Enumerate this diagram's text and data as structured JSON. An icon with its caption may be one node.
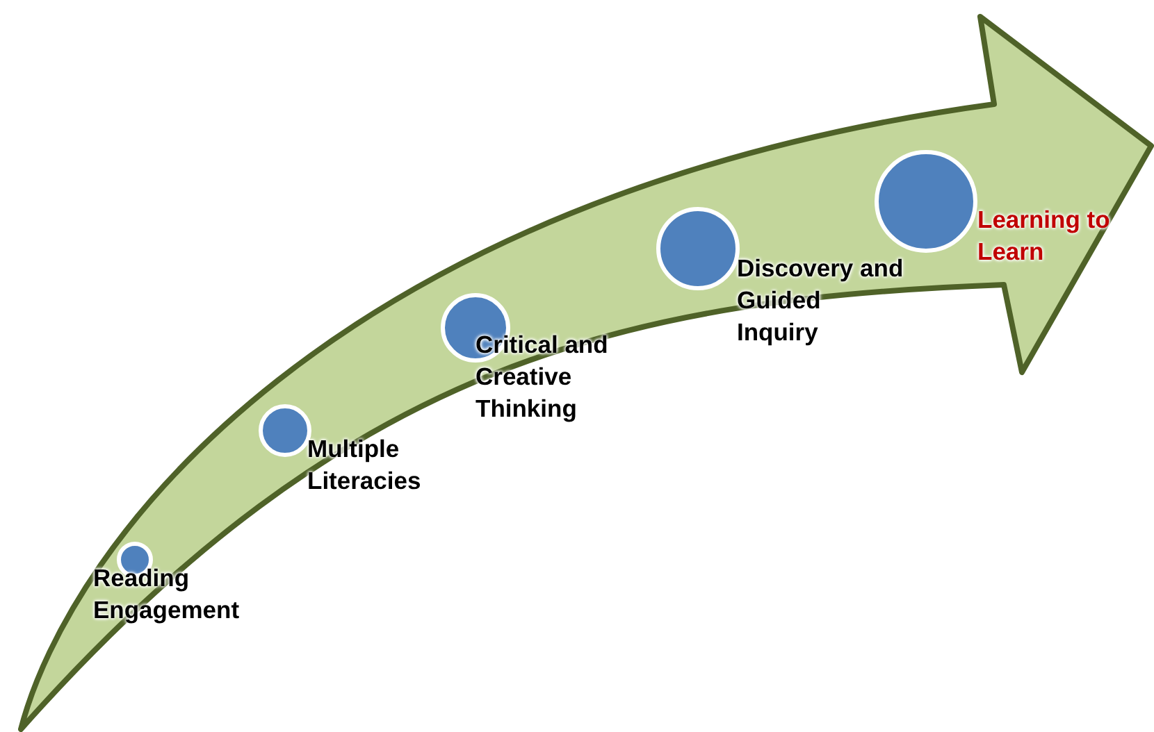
{
  "diagram": {
    "nodes": [
      {
        "text": [],
        "shape": "arrow"
      },
      {
        "text": [],
        "shape": "circle",
        "in": 0,
        "beside": [
          "Reading Engagement"
        ]
      },
      {
        "text": [],
        "shape": "circle",
        "in": 0,
        "beside": [
          "Multiple Literacies"
        ]
      },
      {
        "text": [],
        "shape": "circle",
        "in": 0,
        "beside": [
          "Critical and Creative Thinking"
        ]
      },
      {
        "text": [],
        "shape": "circle",
        "in": 0,
        "beside": [
          "Discovery and Guided Inquiry"
        ]
      },
      {
        "text": [],
        "shape": "circle",
        "in": 0,
        "beside": [
          "Learning to Learn"
        ]
      }
    ]
  }
}
